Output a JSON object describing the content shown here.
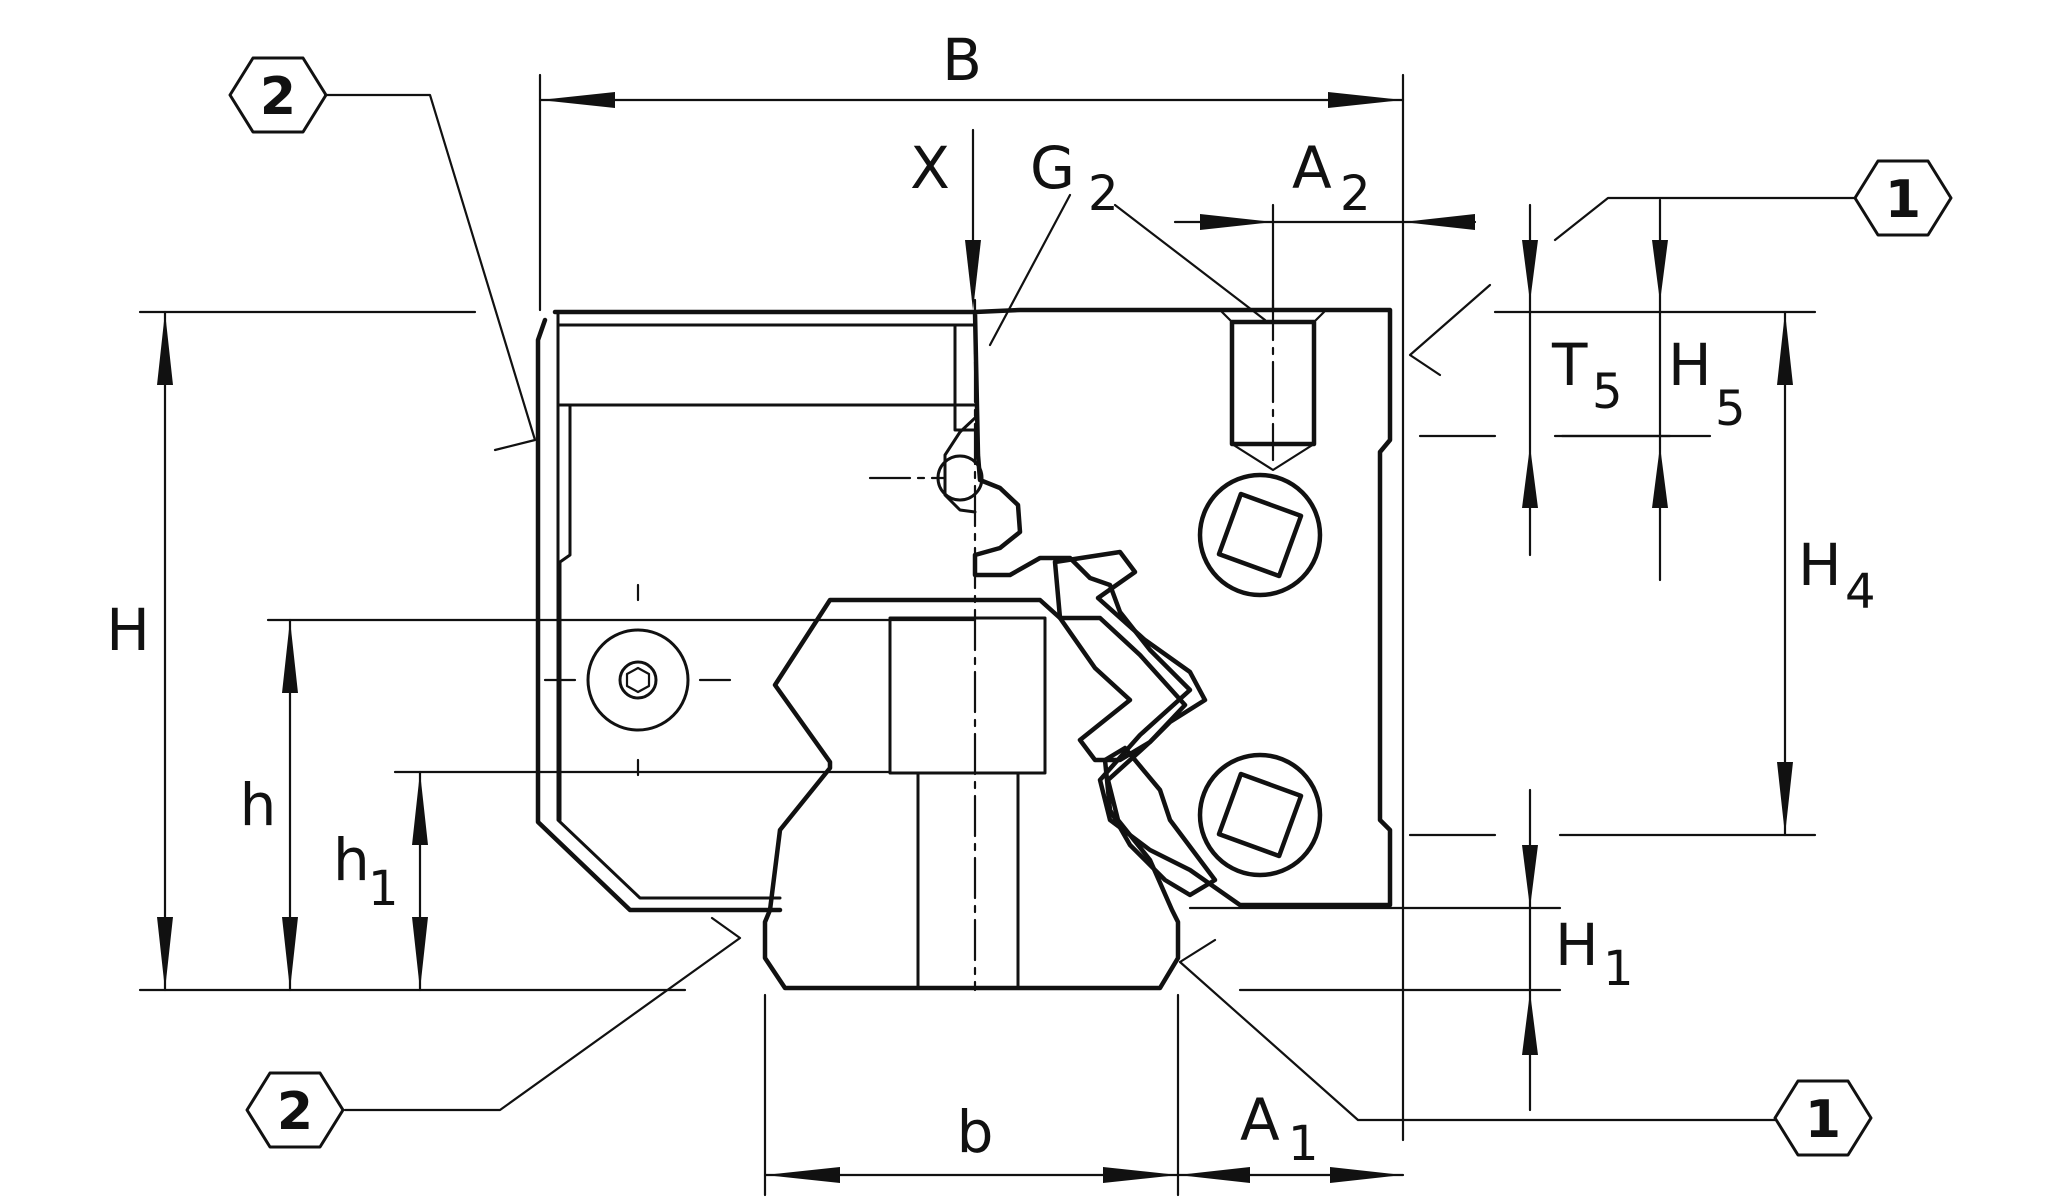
{
  "dimensions": {
    "B": "B",
    "X": "X",
    "G": "G",
    "G_sub": "2",
    "A2": "A",
    "A2_sub": "2",
    "T5": "T",
    "T5_sub": "5",
    "H5": "H",
    "H5_sub": "5",
    "H4": "H",
    "H4_sub": "4",
    "H": "H",
    "h": "h",
    "h1": "h",
    "h1_sub": "1",
    "H1": "H",
    "H1_sub": "1",
    "b": "b",
    "A1": "A",
    "A1_sub": "1"
  },
  "callouts": {
    "seal_top_right": "1",
    "seal_bottom_right": "1",
    "seal_top_left": "2",
    "seal_bottom_left": "2"
  }
}
